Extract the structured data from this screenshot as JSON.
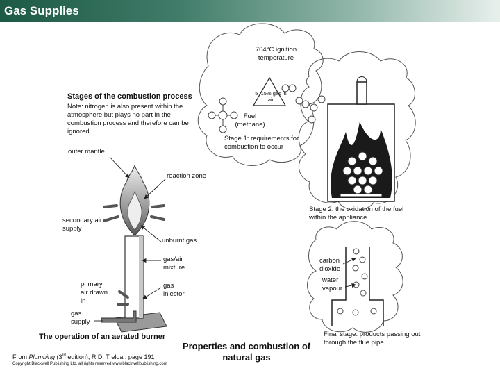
{
  "header": {
    "title": "Gas Supplies"
  },
  "diagram": {
    "stages_title": "Stages of the combustion process",
    "note": "Note: nitrogen is also present within the atmosphere but plays no part in the combustion process and therefore can be ignored",
    "ignition_temp": "704°C ignition temperature",
    "gas_in_air": "5–15% gas in air",
    "fuel": "Fuel (methane)",
    "stage1": "Stage 1: requirements for combustion to occur",
    "stage2": "Stage 2: the oxidation of the fuel within the appliance",
    "final_stage": "Final stage: products passing out through the flue pipe",
    "carbon_dioxide": "carbon dioxide",
    "water_vapour": "water vapour",
    "burner_labels": {
      "outer_mantle": "outer mantle",
      "reaction_zone": "reaction zone",
      "secondary_air_supply": "secondary air supply",
      "unburnt_gas": "unburnt gas",
      "gas_air_mixture": "gas/air mixture",
      "primary_air": "primary air drawn in",
      "gas_injector": "gas injector",
      "gas_supply": "gas supply"
    },
    "burner_caption": "The operation of an aerated burner"
  },
  "footer": {
    "title": "Properties and combustion of natural gas",
    "source_prefix": "From ",
    "source_book": "Plumbing",
    "source_edition": " (3",
    "source_edition_sup": "rd",
    "source_rest": " edition), R.D. Treloar, page 191",
    "copyright": "Copyright Blackwell Publishing Ltd, all rights reserved  www.blackwellpublishing.com"
  }
}
